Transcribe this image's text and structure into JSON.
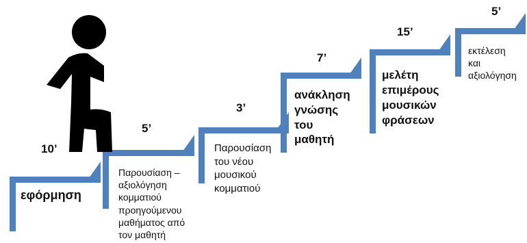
{
  "colors": {
    "step": "#4f81bd",
    "figure": "#000000",
    "text": "#111111"
  },
  "icons": {
    "figure": "person-climbing-stairs-icon"
  },
  "steps": [
    {
      "duration": "10’",
      "lines": [
        "εφόρμηση"
      ]
    },
    {
      "duration": "5’",
      "lines": [
        "Παρουσίαση –",
        "αξιολόγηση",
        "κομματιού",
        "προηγούμενου",
        "μαθήματος από",
        "τον μαθητή"
      ]
    },
    {
      "duration": "3’",
      "lines": [
        "Παρουσίαση",
        "του νέου",
        "μουσικού",
        "κομματιού"
      ]
    },
    {
      "duration": "7’",
      "lines": [
        "ανάκληση",
        "γνώσης",
        "του",
        "μαθητή"
      ]
    },
    {
      "duration": "15’",
      "lines": [
        "μελέτη",
        "επιμέρους",
        "μουσικών",
        "φράσεων"
      ]
    },
    {
      "duration": "5’",
      "lines": [
        "εκτέλεση",
        "και",
        "αξιολόγηση"
      ]
    }
  ]
}
